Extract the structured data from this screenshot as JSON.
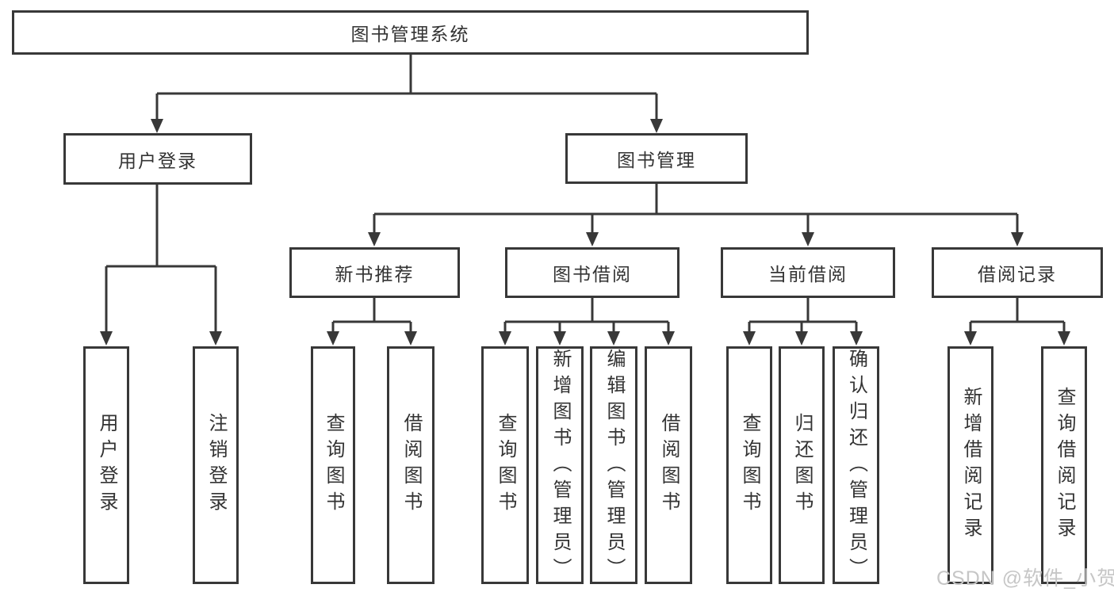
{
  "diagram": {
    "title": "图书管理系统",
    "branches": [
      {
        "label": "用户登录",
        "children": [
          {
            "label": "用户登录"
          },
          {
            "label": "注销登录"
          }
        ]
      },
      {
        "label": "图书管理",
        "children": [
          {
            "label": "新书推荐",
            "children": [
              {
                "label": "查询图书"
              },
              {
                "label": "借阅图书"
              }
            ]
          },
          {
            "label": "图书借阅",
            "children": [
              {
                "label": "查询图书"
              },
              {
                "label": "新增图书（管理员）"
              },
              {
                "label": "编辑图书（管理员）"
              },
              {
                "label": "借阅图书"
              }
            ]
          },
          {
            "label": "当前借阅",
            "children": [
              {
                "label": "查询图书"
              },
              {
                "label": "归还图书"
              },
              {
                "label": "确认归还（管理员）"
              }
            ]
          },
          {
            "label": "借阅记录",
            "children": [
              {
                "label": "新增借阅记录"
              },
              {
                "label": "查询借阅记录"
              }
            ]
          }
        ]
      }
    ]
  },
  "watermark": {
    "text": "CSDN @软件_小贺同学"
  },
  "colors": {
    "line": "#383838",
    "box_border": "#383838",
    "text": "#333333",
    "watermark": "#c6c6c6",
    "background": "#ffffff"
  }
}
